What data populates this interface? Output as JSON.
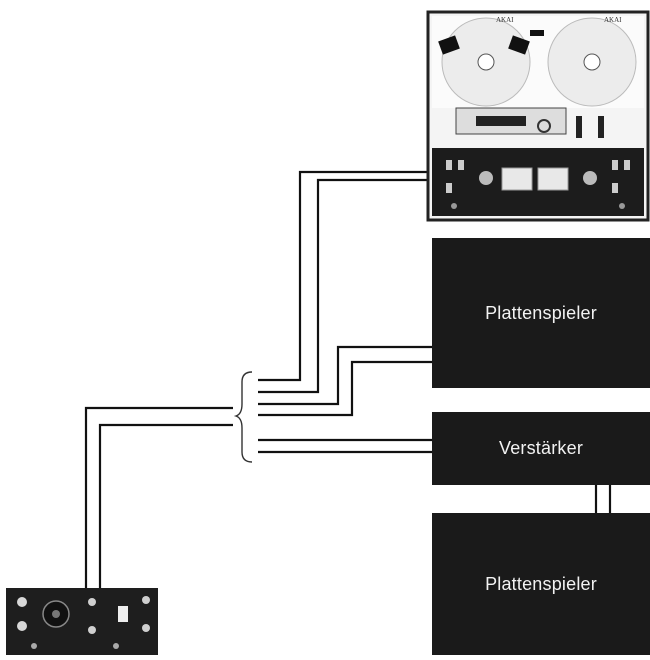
{
  "devices": {
    "turntable_top": {
      "label": "Plattenspieler"
    },
    "amplifier": {
      "label": "Verstärker"
    },
    "turntable_bottom": {
      "label": "Plattenspieler"
    },
    "tape_deck": {
      "brand_left": "AKAI",
      "brand_right": "AKAI",
      "icon": "reel-to-reel-tape-deck"
    },
    "mixer": {
      "icon": "mixer-panel"
    }
  },
  "colors": {
    "box": "#1a1a1a",
    "cable": "#111111",
    "background": "#ffffff"
  }
}
